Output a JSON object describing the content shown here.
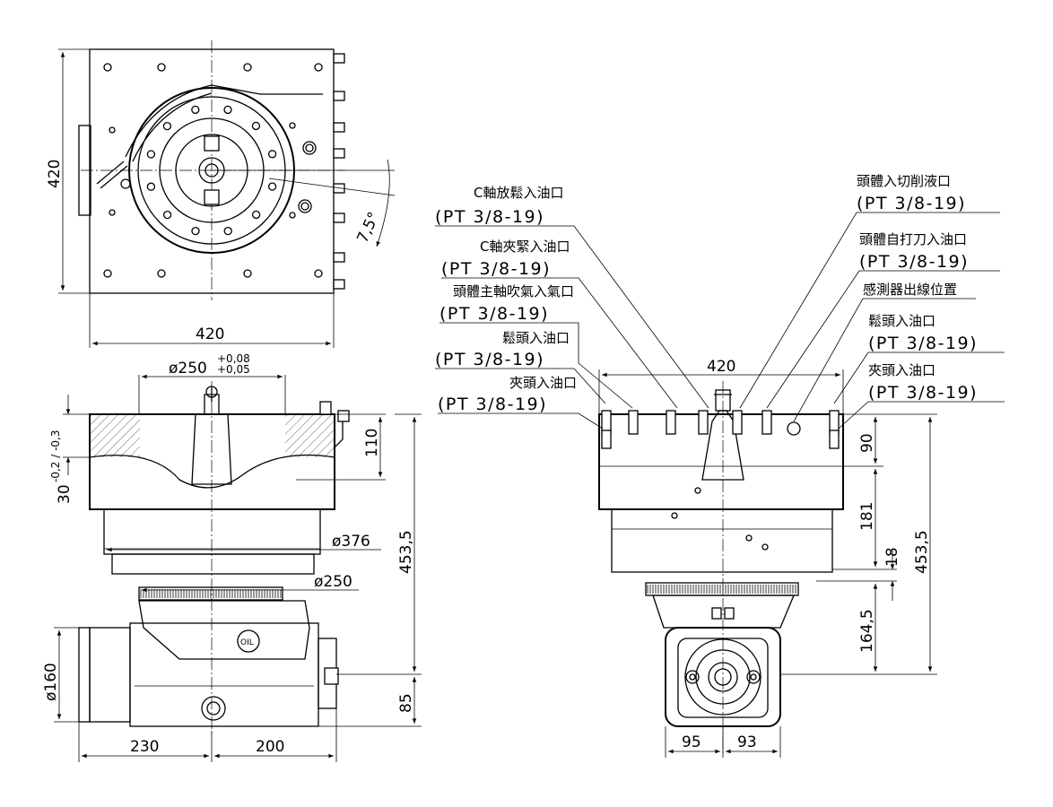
{
  "top_view": {
    "dim_height": "420",
    "dim_width": "420",
    "angle": "7,5°"
  },
  "side_view": {
    "dim_bore_label": "ø250",
    "tol_upper": "+0,08",
    "tol_lower": "+0,05",
    "dim_110": "110",
    "dim_30_base": "30",
    "dim_30_tol": "-0,2 / -0,3",
    "dim_376": "ø376",
    "dim_250": "ø250",
    "dim_453": "453,5",
    "dim_160": "ø160",
    "dim_85": "85",
    "dim_230": "230",
    "dim_200": "200"
  },
  "front_view": {
    "dim_420": "420",
    "dim_90": "90",
    "dim_181": "181",
    "dim_18": "18",
    "dim_453": "453,5",
    "dim_164": "164,5",
    "dim_95": "95",
    "dim_93": "93"
  },
  "callouts_left": [
    {
      "name": "C軸放鬆入油口",
      "spec": "(PT 3/8-19)"
    },
    {
      "name": "C軸夾緊入油口",
      "spec": "(PT 3/8-19)"
    },
    {
      "name": "頭體主軸吹氣入氣口",
      "spec": "(PT 3/8-19)"
    },
    {
      "name": "鬆頭入油口",
      "spec": "(PT 3/8-19)"
    },
    {
      "name": "夾頭入油口",
      "spec": "(PT 3/8-19)"
    }
  ],
  "callouts_right": [
    {
      "name": "頭體入切削液口",
      "spec": "(PT 3/8-19)"
    },
    {
      "name": "頭體自打刀入油口",
      "spec": "(PT 3/8-19)"
    },
    {
      "name": "感測器出線位置",
      "spec": ""
    },
    {
      "name": "鬆頭入油口",
      "spec": "(PT 3/8-19)"
    },
    {
      "name": "夾頭入油口",
      "spec": "(PT 3/8-19)"
    }
  ],
  "badge": "OIL"
}
